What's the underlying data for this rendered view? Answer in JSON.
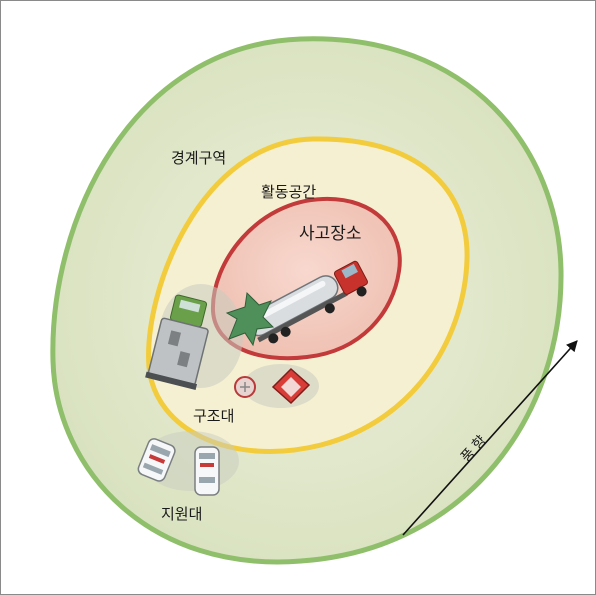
{
  "zones": {
    "warning_zone": {
      "label": "경계구역",
      "fill": "#e3e8cc",
      "stroke": "#8fbf6a"
    },
    "activity_zone": {
      "label": "활동공간",
      "fill": "#f6f0d2",
      "stroke": "#f2cc3c"
    },
    "incident_site": {
      "label": "사고장소",
      "fill": "#f2c9bc",
      "stroke": "#c23a3a"
    }
  },
  "units": {
    "rescue": {
      "label": "구조대"
    },
    "support": {
      "label": "지원대"
    }
  },
  "wind": {
    "label": "풍향"
  }
}
